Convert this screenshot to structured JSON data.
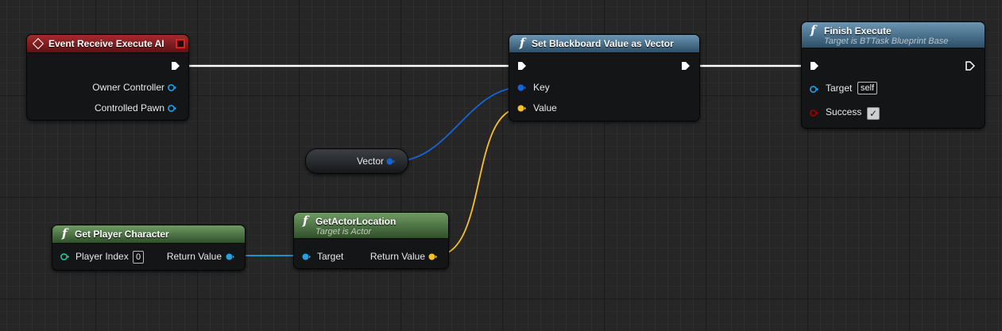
{
  "nodes": {
    "event_receive_execute_ai": {
      "title": "Event Receive Execute AI",
      "outputs": [
        "Owner Controller",
        "Controlled Pawn"
      ]
    },
    "set_blackboard_value": {
      "title": "Set Blackboard Value as Vector",
      "inputs": [
        "Key",
        "Value"
      ]
    },
    "finish_execute": {
      "title": "Finish Execute",
      "subtitle": "Target is BTTask Blueprint Base",
      "target_label": "Target",
      "target_value": "self",
      "success_label": "Success",
      "success_checked": true
    },
    "vector_variable": {
      "label": "Vector"
    },
    "get_player_character": {
      "title": "Get Player Character",
      "player_index_label": "Player Index",
      "player_index_value": "0",
      "return_label": "Return Value"
    },
    "get_actor_location": {
      "title": "GetActorLocation",
      "subtitle": "Target is Actor",
      "target_label": "Target",
      "return_label": "Return Value"
    }
  },
  "colors": {
    "exec_wire": "#ffffff",
    "object_pin": "#1fa2e6",
    "vector_pin": "#f7c12a",
    "struct_pin": "#1565d8",
    "bool_pin": "#a10000"
  },
  "icons": {
    "function": "function-f-icon",
    "event": "event-diamond-icon",
    "stop": "stop-icon",
    "exec": "exec-arrow-icon"
  }
}
